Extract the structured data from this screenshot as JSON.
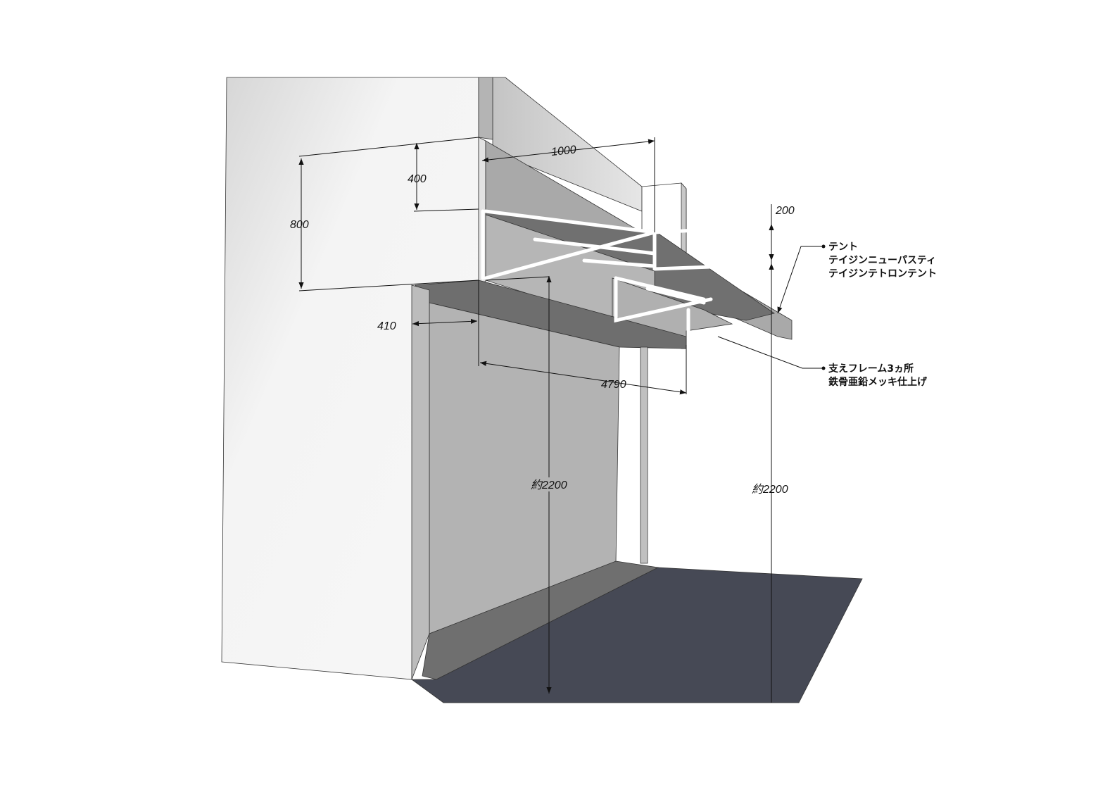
{
  "dimensions": {
    "awning_depth": "1000",
    "valance_height": "400",
    "total_height": "800",
    "frame_height": "200",
    "wall_offset": "410",
    "awning_width": "4790",
    "clearance_left": "約2200",
    "clearance_right": "約2200"
  },
  "notes": {
    "tent": {
      "lines": [
        "テント",
        "テイジンニューパスティ",
        "テイジンテトロンテント"
      ]
    },
    "frame": {
      "lines": [
        "支えフレーム3ヵ所",
        "鉄骨亜鉛メッキ仕上げ"
      ]
    }
  },
  "colors": {
    "floor": "#464955",
    "soffit": "#6e6e6e",
    "wall": "#b3b3b3"
  }
}
